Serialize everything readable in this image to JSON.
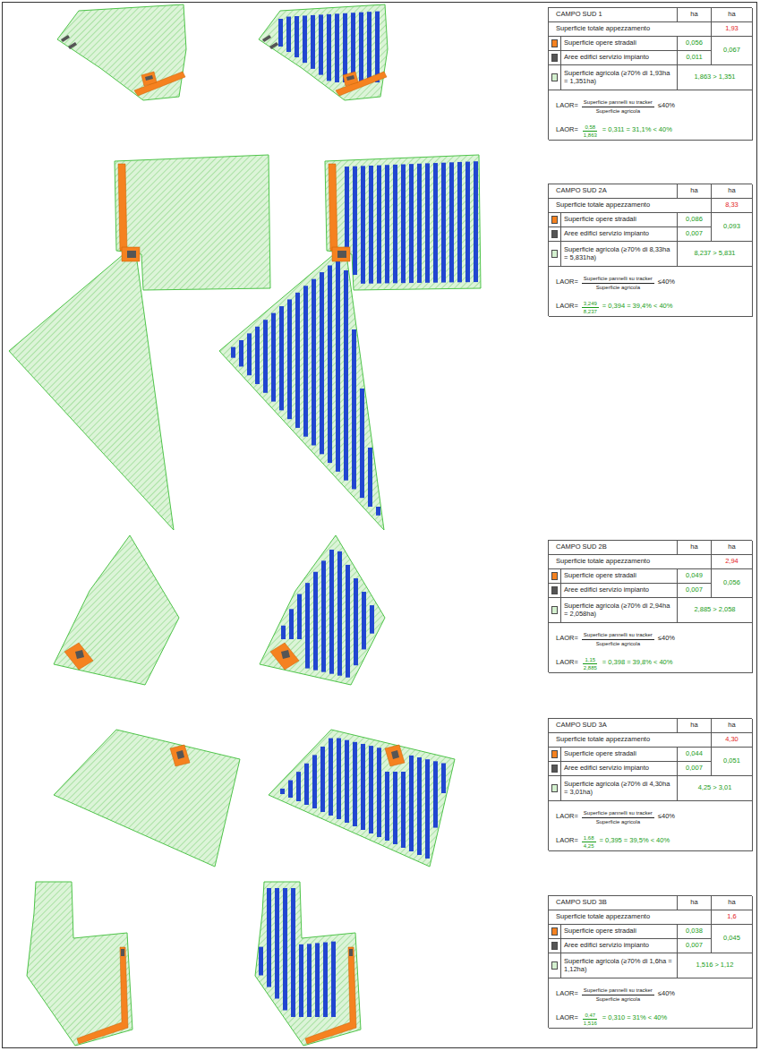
{
  "diagram": {
    "labels": [
      "CAMPO SUD 1",
      "ha",
      "ha",
      "Superficie totale appezzamento",
      "1,93",
      "0,056",
      "0,011",
      "0,067",
      "1,863 > 1,351",
      "LAOR=",
      "Superficie pannelli su tracker",
      "Superficie agricola",
      "≤40%",
      "LAOR=",
      "0,58",
      "1,863",
      "= 0,311 = 31,1% < 40%",
      "CAMPO SUD 2A",
      "ha",
      "ha",
      "Superficie totale appezzamento",
      "8,33",
      "0,086",
      "0,007",
      "0,093",
      "8,237 > 5,831",
      "LAOR=",
      "Superficie pannelli su tracker",
      "Superficie agricola",
      "≤40%",
      "LAOR=",
      "3,249",
      "8,237",
      "= 0,394 = 39,4% < 40%",
      "CAMPO SUD 2B",
      "ha",
      "ha",
      "Superficie totale appezzamento",
      "2,94",
      "0,049",
      "0,007",
      "0,056",
      "2,885 > 2,058",
      "LAOR=",
      "Superficie pannelli su tracker",
      "Superficie agricola",
      "≤40%",
      "LAOR=",
      "1,15",
      "2,885",
      "= 0,398 = 39,8% < 40%",
      "CAMPO SUD 3A",
      "ha",
      "ha",
      "Superficie totale appezzamento",
      "4,30",
      "0,044",
      "0,007",
      "0,051",
      "4,25 > 3,01",
      "LAOR=",
      "Superficie pannelli su tracker",
      "Superficie agricola",
      "≤40%",
      "LAOR=",
      "1,68",
      "4,25",
      "= 0,395 = 39,5% < 40%",
      "CAMPO SUD 3B",
      "ha",
      "ha",
      "Superficie totale appezzamento",
      "1,6",
      "0,038",
      "0,007",
      "0,045",
      "1,516 > 1,12",
      "LAOR=",
      "Superficie pannelli su tracker",
      "Superficie agricola",
      "≤40%",
      "LAOR=",
      "0,47",
      "1,516",
      "= 0,310 = 31% < 40%"
    ],
    "legend": [
      {
        "text": "Superficie opere stradali",
        "color": "#f58220"
      },
      {
        "text": "Aree edifici servizio impianto",
        "color": "#555555"
      },
      {
        "text": "Superficie agricola (≥70% di 1,93ha = 1,351ha)",
        "color": "#d4f0cf"
      },
      {
        "text": "Superficie opere stradali",
        "color": "#f58220"
      },
      {
        "text": "Aree edifici servizio impianto",
        "color": "#555555"
      },
      {
        "text": "Superficie agricola (≥70% di 8,33ha = 5,831ha)",
        "color": "#d4f0cf"
      },
      {
        "text": "Superficie opere stradali",
        "color": "#f58220"
      },
      {
        "text": "Aree edifici servizio impianto",
        "color": "#555555"
      },
      {
        "text": "Superficie agricola (≥70% di 2,94ha = 2,058ha)",
        "color": "#d4f0cf"
      },
      {
        "text": "Superficie opere stradali",
        "color": "#f58220"
      },
      {
        "text": "Aree edifici servizio impianto",
        "color": "#555555"
      },
      {
        "text": "Superficie agricola (≥70% di 4,30ha = 3,01ha)",
        "color": "#d4f0cf"
      },
      {
        "text": "Superficie opere stradali",
        "color": "#f58220"
      },
      {
        "text": "Aree edifici servizio impianto",
        "color": "#555555"
      },
      {
        "text": "Superficie agricola (≥70% di 1,6ha = 1,12ha)",
        "color": "#d4f0cf"
      }
    ]
  }
}
